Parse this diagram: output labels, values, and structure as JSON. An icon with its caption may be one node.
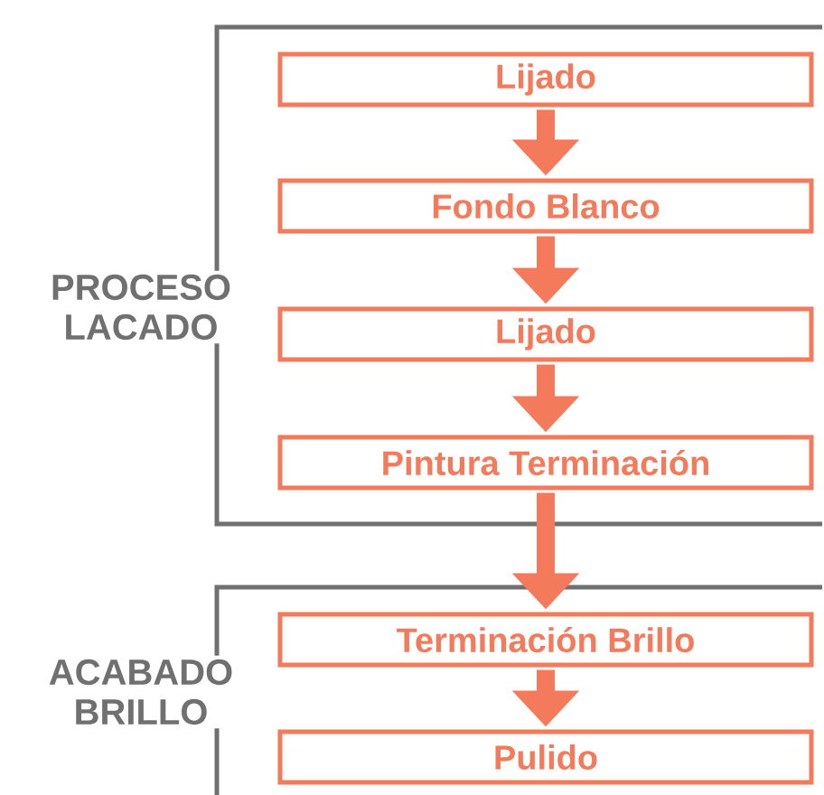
{
  "diagram": {
    "nodes": [
      {
        "text": [
          "PROCESO LACADO"
        ]
      },
      {
        "text": [
          "Lijado"
        ],
        "in": 0
      },
      {
        "text": [
          "Fondo Blanco"
        ],
        "in": 0
      },
      {
        "text": [
          "Lijado"
        ],
        "in": 0
      },
      {
        "text": [
          "Pintura Terminación"
        ],
        "in": 0
      },
      {
        "text": [
          "ACABADO BRILLO"
        ]
      },
      {
        "text": [
          "Terminación Brillo"
        ],
        "in": 5
      },
      {
        "text": [
          "Pulido"
        ],
        "in": 5
      }
    ],
    "edges": [
      {
        "from": 1,
        "to": 2,
        "arrow": "to"
      },
      {
        "from": 2,
        "to": 3,
        "arrow": "to"
      },
      {
        "from": 3,
        "to": 4,
        "arrow": "to"
      },
      {
        "from": 4,
        "to": 6,
        "arrow": "to"
      },
      {
        "from": 6,
        "to": 7,
        "arrow": "to"
      }
    ]
  }
}
